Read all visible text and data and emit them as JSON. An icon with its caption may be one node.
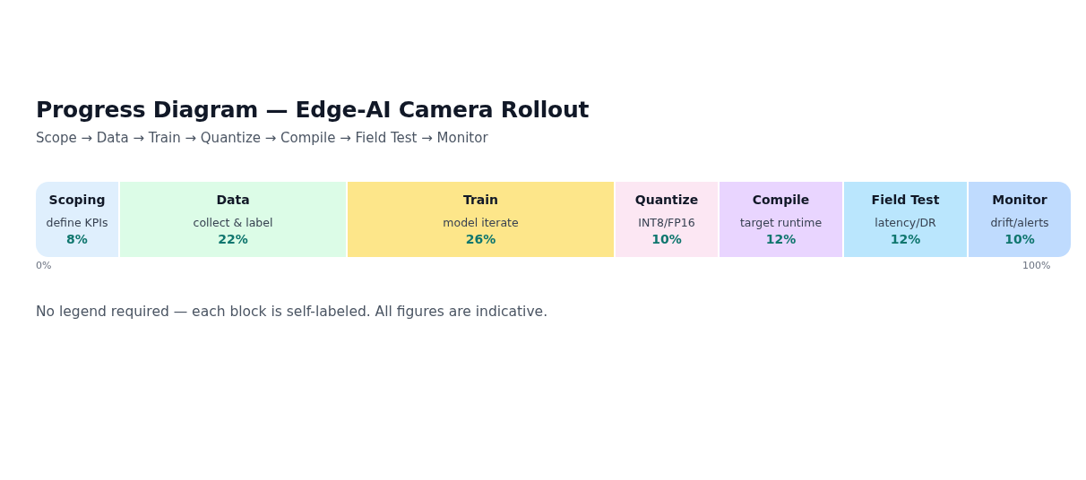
{
  "diagram": {
    "title": "Progress Diagram — Edge-AI Camera Rollout",
    "caption": "No legend required — each block is self-labeled. All figures are indicative.",
    "nodes": [
      {
        "text": [
          "Scoping",
          "define KPIs",
          "8%"
        ]
      },
      {
        "text": [
          "Data",
          "collect & label",
          "22%"
        ]
      },
      {
        "text": [
          "Train",
          "model iterate",
          "26%"
        ]
      },
      {
        "text": [
          "Quantize",
          "INT8/FP16",
          "10%"
        ]
      },
      {
        "text": [
          "Compile",
          "target runtime",
          "12%"
        ]
      },
      {
        "text": [
          "Field Test",
          "latency/DR",
          "12%"
        ]
      },
      {
        "text": [
          "Monitor",
          "drift/alerts",
          "10%"
        ]
      }
    ],
    "edges": [],
    "labels": [
      "Scope → Data → Train → Quantize → Compile → Field Test → Monitor",
      "0%",
      "100%"
    ]
  }
}
